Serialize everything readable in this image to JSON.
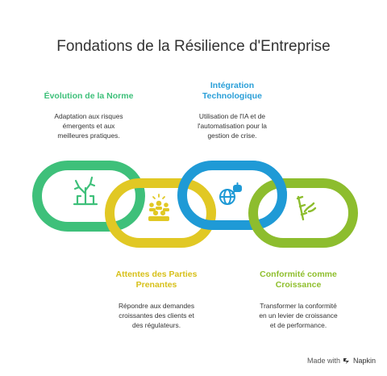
{
  "title": "Fondations de la Résilience d'Entreprise",
  "items": [
    {
      "heading": "Évolution de la Norme",
      "description": [
        "Adaptation aux risques",
        "émergents et aux",
        "meilleures pratiques."
      ],
      "color": "#3ec07a",
      "icon": "plant-growth-icon"
    },
    {
      "heading": [
        "Attentes des Parties",
        "Prenantes"
      ],
      "description": [
        "Répondre aux demandes",
        "croissantes des clients et",
        "des régulateurs."
      ],
      "color": "#e1c824",
      "icon": "people-group-icon"
    },
    {
      "heading": [
        "Intégration",
        "Technologique"
      ],
      "description": [
        "Utilisation de l'IA et de",
        "l'automatisation pour la",
        "gestion de crise."
      ],
      "color": "#1f9ad6",
      "icon": "globe-robot-icon"
    },
    {
      "heading": [
        "Conformité comme",
        "Croissance"
      ],
      "description": [
        "Transformer la conformité",
        "en un levier de croissance",
        "et de performance."
      ],
      "color": "#8dbd2e",
      "icon": "bamboo-growth-icon"
    }
  ],
  "footer": {
    "made_with": "Made with",
    "brand": "Napkin"
  }
}
